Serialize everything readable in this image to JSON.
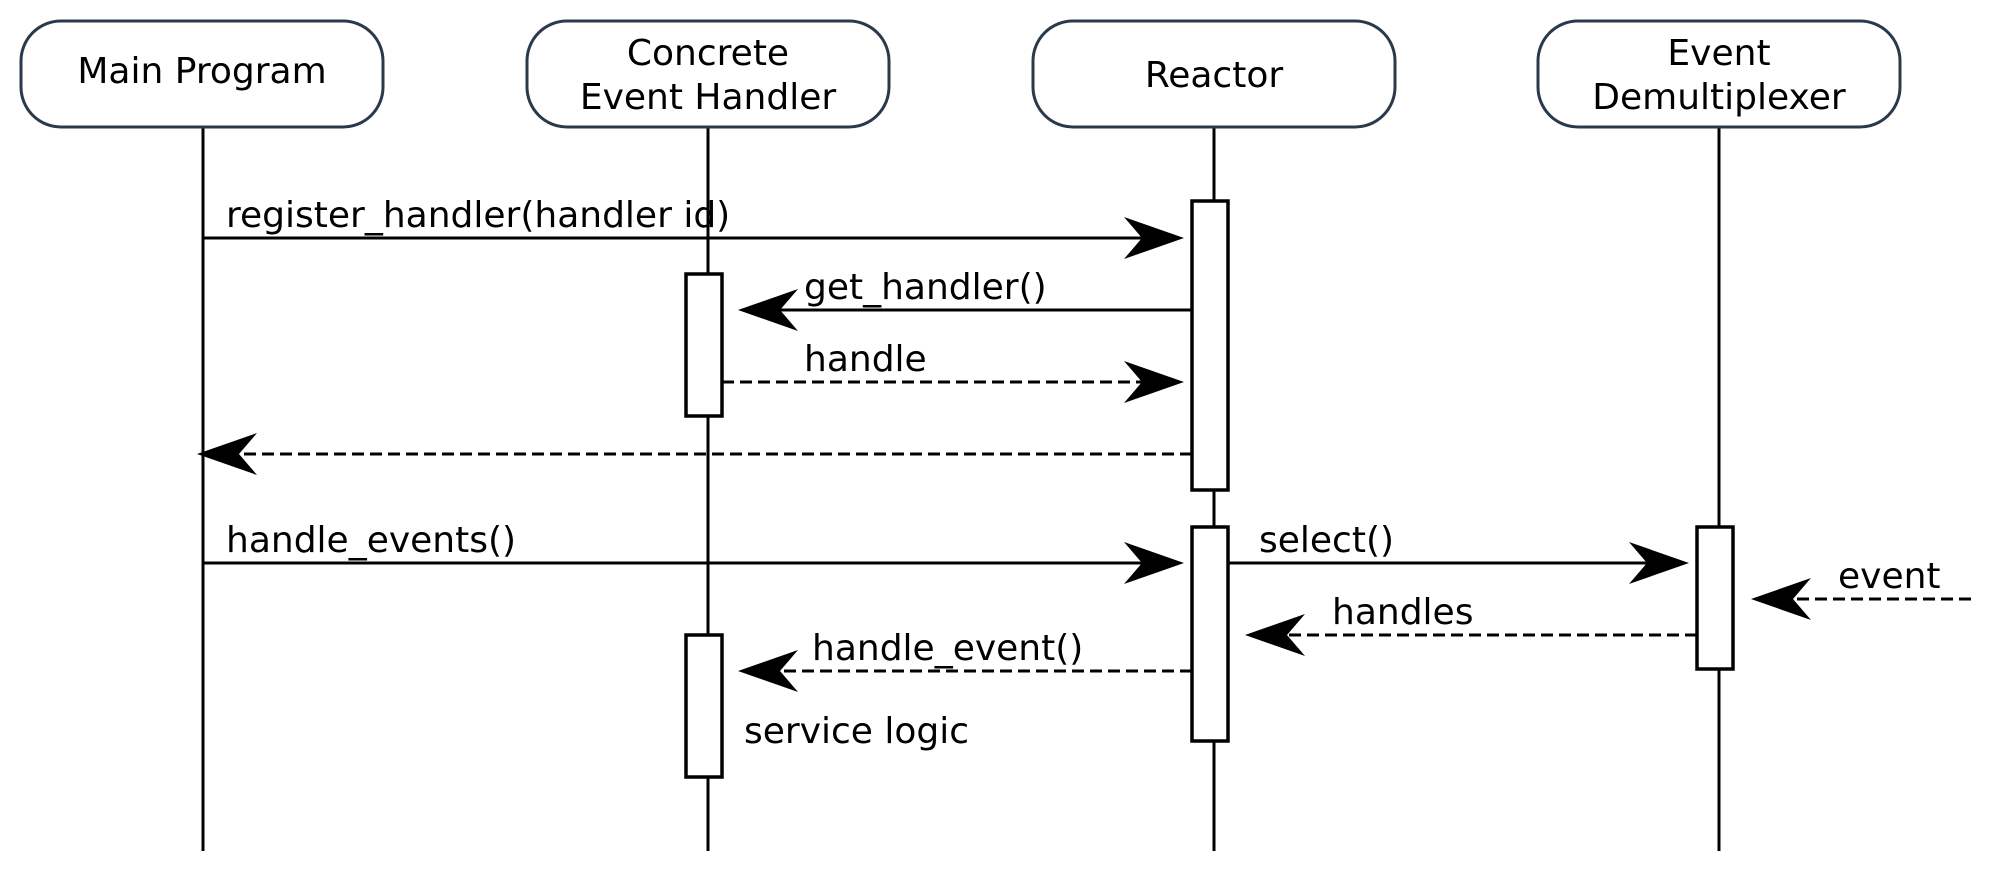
{
  "participants": [
    {
      "id": "main",
      "lines": [
        "Main Program"
      ]
    },
    {
      "id": "handler",
      "lines": [
        "Concrete",
        "Event Handler"
      ]
    },
    {
      "id": "reactor",
      "lines": [
        "Reactor"
      ]
    },
    {
      "id": "demux",
      "lines": [
        "Event",
        "Demultiplexer"
      ]
    }
  ],
  "messages": [
    {
      "id": "register-handler",
      "label": "register_handler(handler id)",
      "from": "main",
      "to": "reactor",
      "style": "solid"
    },
    {
      "id": "get-handler",
      "label": "get_handler()",
      "from": "reactor",
      "to": "handler",
      "style": "solid"
    },
    {
      "id": "handle",
      "label": "handle",
      "from": "handler",
      "to": "reactor",
      "style": "dashed"
    },
    {
      "id": "return-main",
      "label": "",
      "from": "reactor",
      "to": "main",
      "style": "dashed"
    },
    {
      "id": "handle-events",
      "label": "handle_events()",
      "from": "main",
      "to": "reactor",
      "style": "solid"
    },
    {
      "id": "select",
      "label": "select()",
      "from": "reactor",
      "to": "demux",
      "style": "solid"
    },
    {
      "id": "event",
      "label": "event",
      "from": "external",
      "to": "demux",
      "style": "dashed"
    },
    {
      "id": "handles",
      "label": "handles",
      "from": "demux",
      "to": "reactor",
      "style": "dashed"
    },
    {
      "id": "handle-event",
      "label": "handle_event()",
      "from": "reactor",
      "to": "handler",
      "style": "dashed"
    }
  ],
  "notes": [
    {
      "id": "service-logic",
      "text": "service logic"
    }
  ]
}
